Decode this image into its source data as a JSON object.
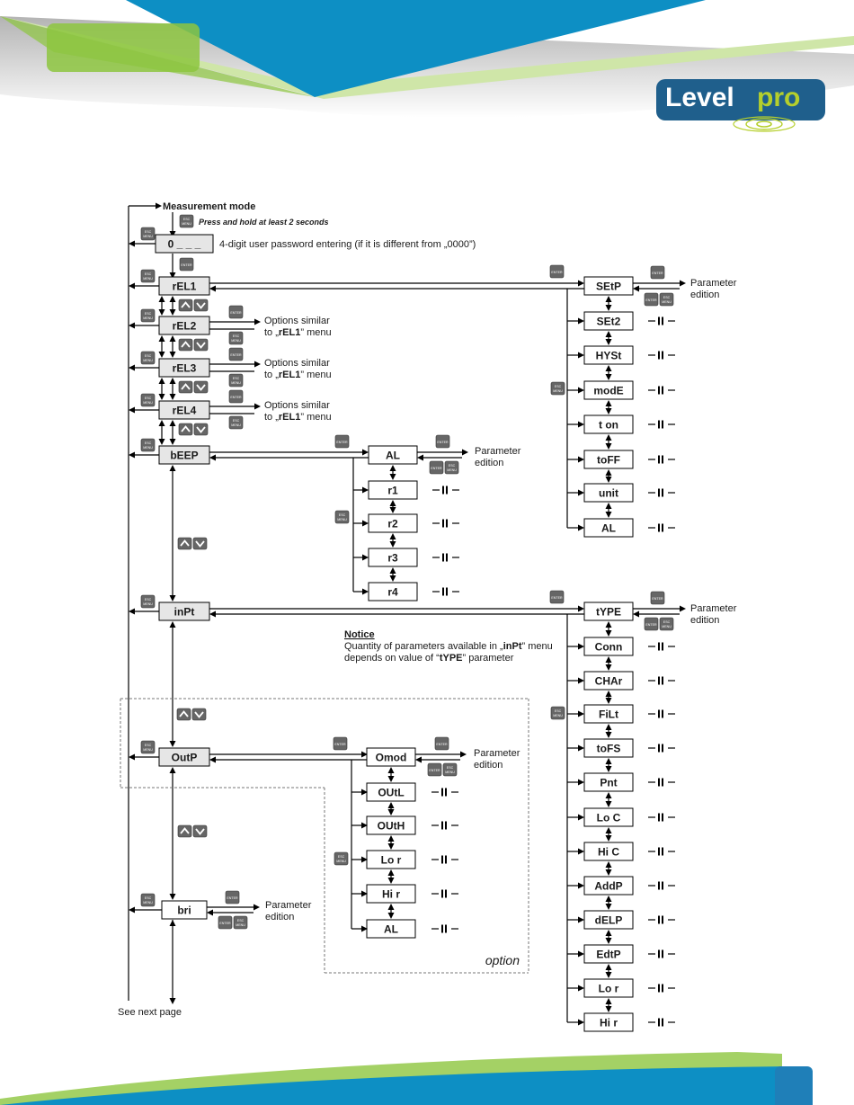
{
  "brand": {
    "part1": "Level",
    "part2": "pro"
  },
  "colors": {
    "blue": "#0d8fc4",
    "green": "#8dc63f",
    "dark_blue": "#1f5f8c"
  },
  "keys": {
    "enter": "ENTER",
    "esc": "ESC",
    "menu": "MENU"
  },
  "header": {
    "title": "Measurement mode",
    "hold_hint": "Press and hold at least 2 seconds"
  },
  "password": {
    "display": "0 _ _ _",
    "note": "4-digit user password entering (if it is different from „0000”)"
  },
  "main_menu": [
    {
      "id": "rel1",
      "label": "rEL1"
    },
    {
      "id": "rel2",
      "label": "rEL2"
    },
    {
      "id": "rel3",
      "label": "rEL3"
    },
    {
      "id": "rel4",
      "label": "rEL4"
    },
    {
      "id": "beep",
      "label": "bEEP"
    },
    {
      "id": "inpt",
      "label": "inPt"
    },
    {
      "id": "outp",
      "label": "OutP"
    },
    {
      "id": "bri",
      "label": "bri"
    }
  ],
  "similar": {
    "line1": "Options similar",
    "line2_prefix": "to „",
    "line2_bold": "rEL1",
    "line2_suffix": "” menu"
  },
  "param_edition": {
    "line1": "Parameter",
    "line2": "edition"
  },
  "rel1_submenu": [
    "SEtP",
    "SEt2",
    "HYSt",
    "modE",
    "t on",
    "toFF",
    "unit",
    "AL"
  ],
  "beep_submenu": [
    "AL",
    "r1",
    "r2",
    "r3",
    "r4"
  ],
  "inpt_submenu": [
    "tYPE",
    "Conn",
    "CHAr",
    "FiLt",
    "toFS",
    "Pnt",
    "Lo C",
    "Hi C",
    "AddP",
    "dELP",
    "EdtP",
    "Lo r",
    "Hi r"
  ],
  "outp_submenu": [
    "Omod",
    "OUtL",
    "OUtH",
    "Lo r",
    "Hi r",
    "AL"
  ],
  "notice": {
    "title": "Notice",
    "l1_prefix": "Quantity of parameters available in „",
    "l1_bold": "inPt",
    "l1_suffix": "” menu",
    "l2_prefix": "depends on value of “",
    "l2_bold": "tYPE",
    "l2_suffix": "” parameter"
  },
  "option_label": "option",
  "footer": {
    "see_next": "See next page"
  }
}
